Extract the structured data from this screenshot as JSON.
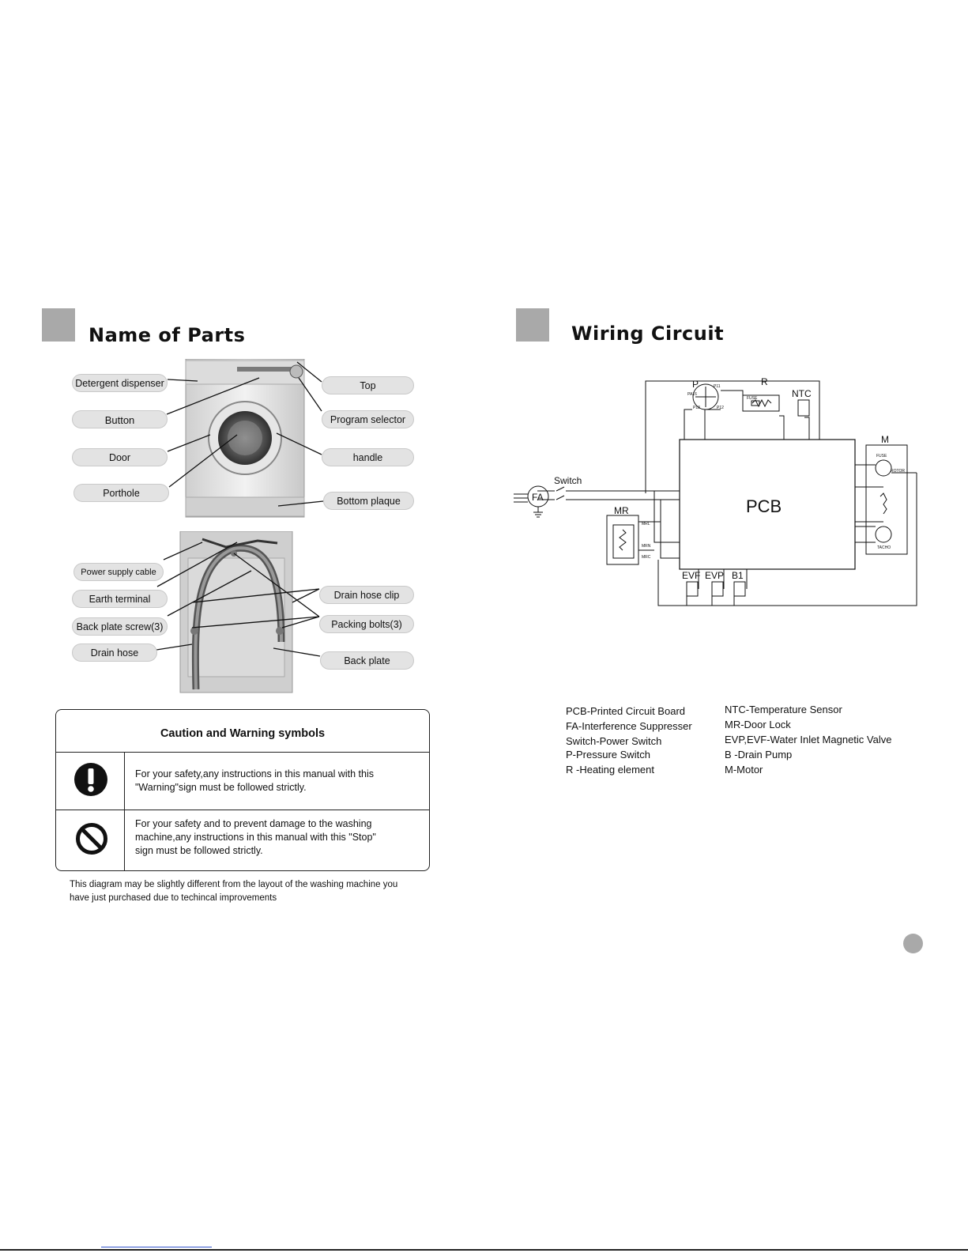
{
  "left_section": {
    "title": "Name of Parts"
  },
  "right_section": {
    "title": "Wiring Circuit"
  },
  "front_labels": {
    "detergent": "Detergent dispenser",
    "button": "Button",
    "door": "Door",
    "porthole": "Porthole",
    "top": "Top",
    "program_selector": "Program selector",
    "handle": "handle",
    "bottom_plaque": "Bottom plaque"
  },
  "back_labels": {
    "power_cable": "Power supply cable",
    "earth": "Earth terminal",
    "back_screw": "Back plate screw(3)",
    "drain_hose": "Drain hose",
    "drain_clip": "Drain hose clip",
    "packing_bolts": "Packing bolts(3)",
    "back_plate": "Back plate"
  },
  "caution": {
    "title": "Caution and Warning symbols",
    "warning_line1": "For your safety,any instructions in this manual with this",
    "warning_line2": "\"Warning\"sign must be followed strictly.",
    "stop_line1": "For your safety and to prevent damage to the washing",
    "stop_line2": "machine,any instructions in this manual with this \"Stop\"",
    "stop_line3": "sign must be followed strictly.",
    "warning_icon": "exclamation-icon",
    "stop_icon": "prohibition-icon"
  },
  "note": {
    "line1": "This diagram may be slightly different from the layout of the washing machine you",
    "line2": "have just purchased due to techincal improvements"
  },
  "circuit": {
    "pcb": "PCB",
    "p": "P",
    "r": "R",
    "ntc": "NTC",
    "m": "M",
    "switch": "Switch",
    "fa": "FA",
    "mr": "MR",
    "evf": "EVF",
    "evp": "EVP",
    "b1": "B1",
    "fuse": "FUSE",
    "rotor": "ROTOR",
    "tacho": "TACHO",
    "p11": "P11",
    "pa16": "PA16",
    "p13": "P13",
    "p12": "P12",
    "mrl": "MRL",
    "mrn": "MRN",
    "mrc": "MRC"
  },
  "legend": {
    "left": [
      "PCB-Printed Circuit Board",
      "FA-Interference Suppresser",
      "Switch-Power Switch",
      "P-Pressure Switch",
      "R -Heating element"
    ],
    "right": [
      "NTC-Temperature Sensor",
      "MR-Door Lock",
      "EVP,EVF-Water Inlet Magnetic Valve",
      "B   -Drain  Pump",
      "M-Motor"
    ]
  }
}
